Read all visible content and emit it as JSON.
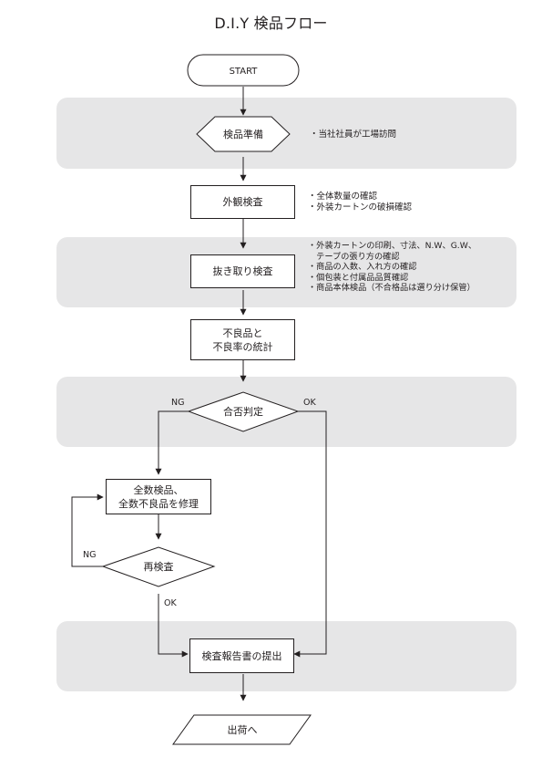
{
  "title": "D.I.Y 検品フロー",
  "nodes": {
    "start": "START",
    "prep": "検品準備",
    "appearance": "外観検査",
    "sampling": "抜き取り検査",
    "defect_stats_line1": "不良品と",
    "defect_stats_line2": "不良率の統計",
    "judgement": "合否判定",
    "full_inspect_line1": "全数検品、",
    "full_inspect_line2": "全数不良品を修理",
    "reinspect": "再検査",
    "report": "検査報告書の提出",
    "ship": "出荷へ"
  },
  "branches": {
    "judge_ng": "NG",
    "judge_ok": "OK",
    "reinspect_ng": "NG",
    "reinspect_ok": "OK"
  },
  "notes": {
    "prep": [
      "・当社社員が工場訪問"
    ],
    "appearance": [
      "・全体数量の確認",
      "・外装カートンの破損確認"
    ],
    "sampling": [
      "・外装カートンの印刷、寸法、N.W、G.W、",
      "　テープの張り方の確認",
      "・商品の入数、入れ方の確認",
      "・個包装と付属品品質確認",
      "・商品本体検品（不合格品は選り分け保管）"
    ]
  },
  "colors": {
    "band": "#e6e6e7",
    "line": "#231f20",
    "text": "#231f20"
  }
}
